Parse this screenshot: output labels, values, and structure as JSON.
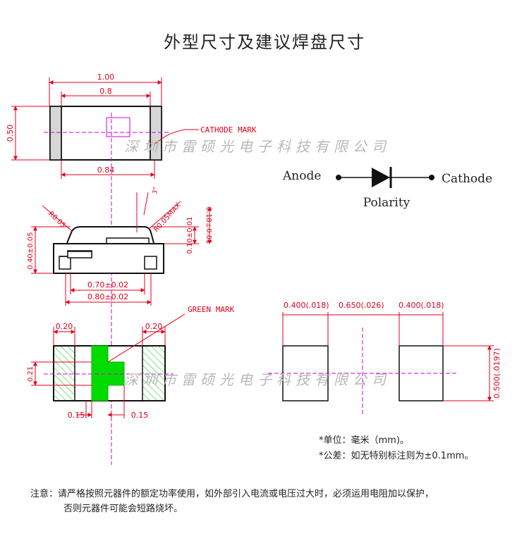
{
  "title": "外型尺寸及建议焊盘尺寸",
  "watermark": "深圳市雷硕光电子科技有限公司",
  "top_view": {
    "dim_total_length": "1.00",
    "dim_inner_length": "0.8",
    "dim_height": "0.50",
    "dim_bottom": "0.84",
    "cathode_mark_label": "CATHODE MARK"
  },
  "side_view": {
    "dim_r_left": "R0.05",
    "dim_r_right": "R0.05MAX",
    "dim_angle": "3°",
    "dim_total_height": "0.40±0.05",
    "dim_lens_height": "0.10±0.01",
    "dim_body_height": "0.18±0.01",
    "dim_070": "0.70±0.02",
    "dim_080": "0.80±0.02"
  },
  "bottom_view": {
    "green_mark_label": "GREEN MARK",
    "dim_pad_left": "0.20",
    "dim_pad_right": "0.20",
    "dim_021": "0.21",
    "dim_015_left": "0.15",
    "dim_015_right": "0.15"
  },
  "polarity": {
    "anode_label": "Anode",
    "cathode_label": "Cathode",
    "polarity_label": "Polarity"
  },
  "pad_layout": {
    "dim_left": "0.400(.018)",
    "dim_middle": "0.650(.026)",
    "dim_right": "0.400(.018)",
    "dim_height": "0.500(.0197)"
  },
  "notes": {
    "unit": "*单位：毫米（mm)。",
    "tolerance": "*公差：如无特别标注则为±0.1mm。"
  },
  "warning": {
    "line1": "注意：请严格按照元器件的额定功率使用，如外部引入电流或电压过大时，必须运用电阻加以保护，",
    "line2": "否则元器件可能会短路烧坏。"
  },
  "colors": {
    "dimension": "#e0001a",
    "outline": "#111111",
    "green_mark": "#00dc00",
    "centerline": "#d200d2"
  }
}
